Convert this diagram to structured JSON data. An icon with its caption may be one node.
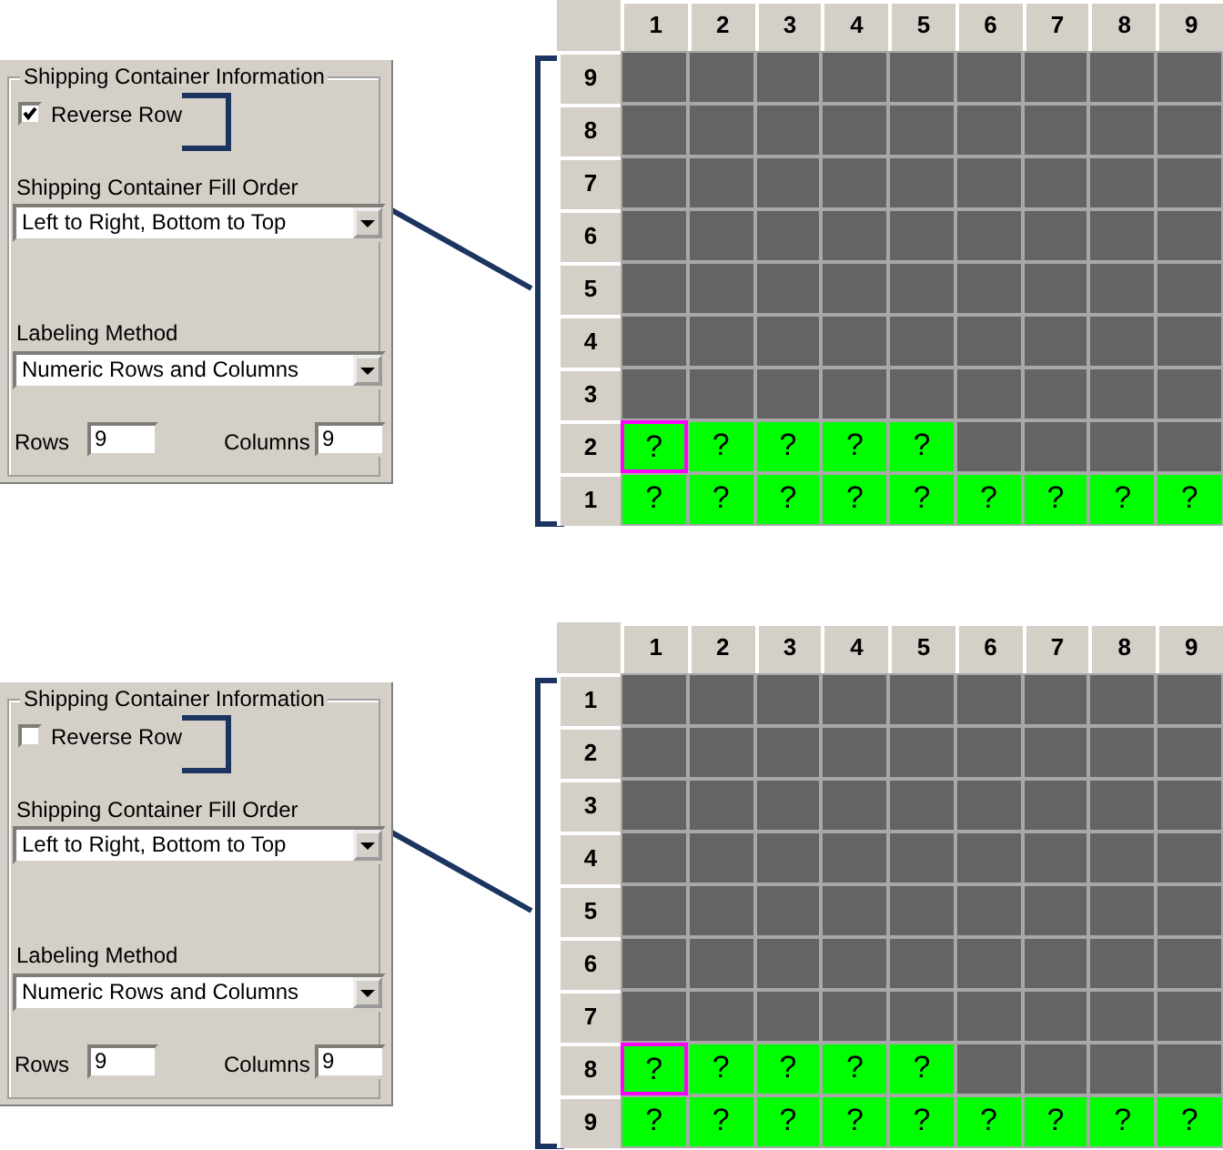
{
  "diagram": {
    "nodes": [
      {
        "text": [
          "Shipping Container Information"
        ]
      },
      {
        "text": [
          "Reverse Row"
        ],
        "in": 0
      },
      {
        "text": [],
        "shape": "grid"
      },
      {
        "text": [
          "Shipping Container Information"
        ]
      },
      {
        "text": [
          "Reverse Row"
        ],
        "in": 3
      },
      {
        "text": [],
        "shape": "grid"
      }
    ],
    "edges": [
      {
        "from": 1,
        "to": 2,
        "arrow": "none"
      },
      {
        "from": 4,
        "to": 5,
        "arrow": "none"
      }
    ],
    "labels": [
      "Shipping Container Fill Order",
      "Left to Right, Bottom to Top",
      "Labeling Method",
      "Numeric Rows and Columns",
      "Rows",
      "9",
      "Columns",
      "9",
      "1",
      "2",
      "3",
      "4",
      "5",
      "6",
      "7",
      "8",
      "9",
      "9",
      "8",
      "7",
      "6",
      "5",
      "4",
      "3",
      "2",
      "?",
      "?",
      "?",
      "?",
      "?",
      "1",
      "?",
      "?",
      "?",
      "?",
      "?",
      "?",
      "?",
      "?",
      "?",
      "Shipping Container Fill Order",
      "Left to Right, Bottom to Top",
      "Labeling Method",
      "Numeric Rows and Columns",
      "Rows",
      "9",
      "Columns",
      "9",
      "1",
      "2",
      "3",
      "4",
      "5",
      "6",
      "7",
      "8",
      "9",
      "1",
      "2",
      "3",
      "4",
      "5",
      "6",
      "7",
      "8",
      "?",
      "?",
      "?",
      "?",
      "?",
      "9",
      "?",
      "?",
      "?",
      "?",
      "?",
      "?",
      "?",
      "?",
      "?"
    ]
  }
}
